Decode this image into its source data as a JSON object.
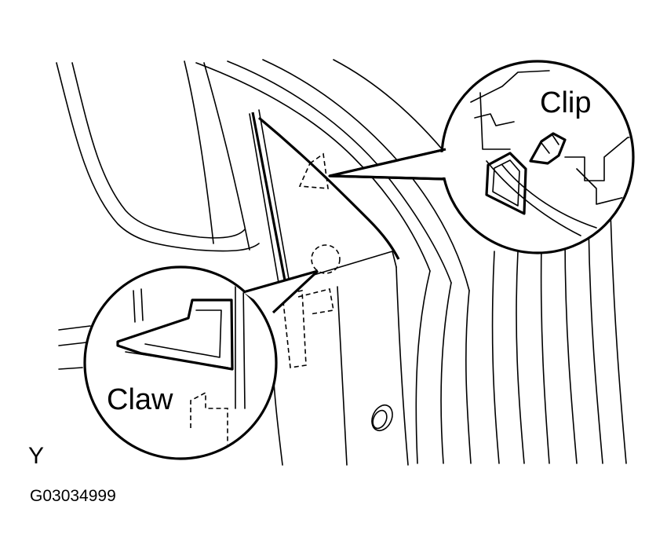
{
  "labels": {
    "clip": "Clip",
    "claw": "Claw",
    "view": "Y",
    "figure_id": "G03034999"
  }
}
